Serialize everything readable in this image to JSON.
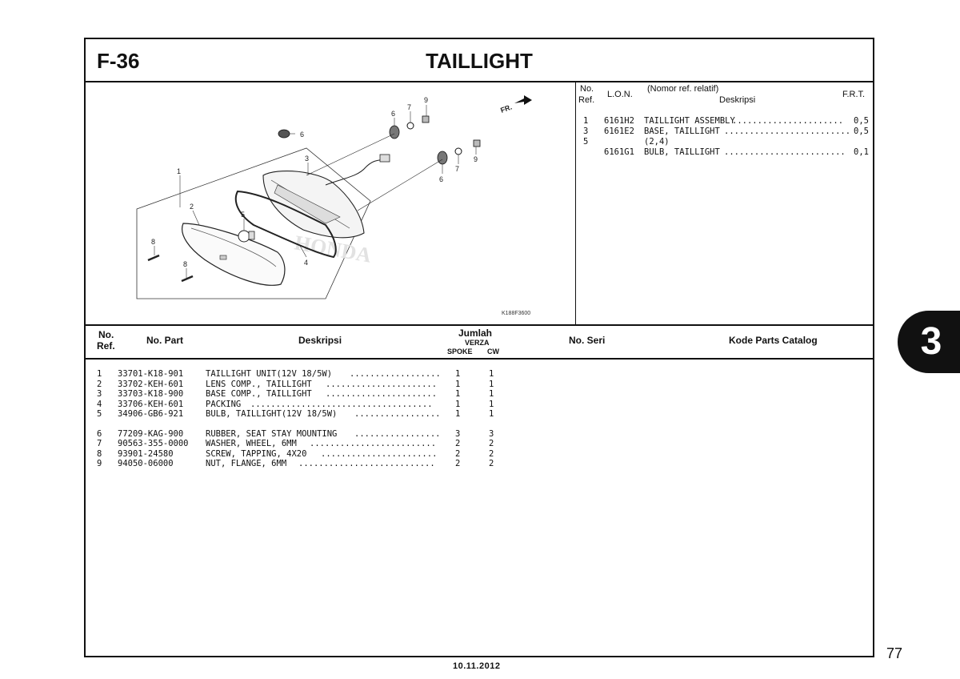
{
  "header": {
    "code": "F-36",
    "title": "TAILLIGHT"
  },
  "illustration": {
    "callouts": [
      "1",
      "2",
      "3",
      "4",
      "5",
      "6",
      "6",
      "6",
      "7",
      "7",
      "8",
      "8",
      "9",
      "9"
    ],
    "figure_code": "K188F3600",
    "direction_label": "FR."
  },
  "frt_table": {
    "headers": {
      "no": "No.",
      "ref": "Ref.",
      "lon": "L.O.N.",
      "nomor": "(Nomor ref. relatif)",
      "deskripsi": "Deskripsi",
      "frt": "F.R.T."
    },
    "rows": [
      {
        "ref": "1",
        "lon": "6161H2",
        "desc": "TAILLIGHT ASSEMBLY",
        "dots": "......................",
        "frt": "0,5"
      },
      {
        "ref": "3",
        "lon": "6161E2",
        "desc": "BASE, TAILLIGHT",
        "dots": ".........................",
        "frt": "0,5"
      },
      {
        "ref": "5",
        "lon": "",
        "desc": "(2,4)",
        "dots": "",
        "frt": ""
      },
      {
        "ref": "",
        "lon": "6161G1",
        "desc": "BULB, TAILLIGHT",
        "dots": "........................",
        "frt": "0,1"
      }
    ]
  },
  "parts_header": {
    "no": "No.",
    "ref": "Ref.",
    "no_part": "No. Part",
    "deskripsi": "Deskripsi",
    "jumlah": "Jumlah",
    "model": "VERZA",
    "spoke": "SPOKE",
    "cw": "CW",
    "no_seri": "No. Seri",
    "kode": "Kode Parts Catalog"
  },
  "parts": [
    {
      "ref": "1",
      "part": "33701-K18-901",
      "desc": "TAILLIGHT UNIT(12V 18/5W)",
      "dots": "..................",
      "spoke": "1",
      "cw": "1"
    },
    {
      "ref": "2",
      "part": "33702-KEH-601",
      "desc": "LENS COMP., TAILLIGHT",
      "dots": "......................",
      "spoke": "1",
      "cw": "1"
    },
    {
      "ref": "3",
      "part": "33703-K18-900",
      "desc": "BASE COMP., TAILLIGHT",
      "dots": "......................",
      "spoke": "1",
      "cw": "1"
    },
    {
      "ref": "4",
      "part": "33706-KEH-601",
      "desc": "PACKING",
      "dots": "....................................",
      "spoke": "1",
      "cw": "1"
    },
    {
      "ref": "5",
      "part": "34906-GB6-921",
      "desc": "BULB, TAILLIGHT(12V 18/5W)",
      "dots": ".................",
      "spoke": "1",
      "cw": "1"
    },
    {
      "ref": "6",
      "part": "77209-KAG-900",
      "desc": "RUBBER, SEAT STAY MOUNTING",
      "dots": ".................",
      "spoke": "3",
      "cw": "3"
    },
    {
      "ref": "7",
      "part": "90563-355-0000",
      "desc": "WASHER, WHEEL, 6MM",
      "dots": ".........................",
      "spoke": "2",
      "cw": "2"
    },
    {
      "ref": "8",
      "part": "93901-24580",
      "desc": "SCREW, TAPPING, 4X20",
      "dots": ".......................",
      "spoke": "2",
      "cw": "2"
    },
    {
      "ref": "9",
      "part": "94050-06000",
      "desc": "NUT, FLANGE, 6MM",
      "dots": "...........................",
      "spoke": "2",
      "cw": "2"
    }
  ],
  "footer": {
    "date": "10.11.2012",
    "page": "77",
    "section_tab": "3"
  }
}
